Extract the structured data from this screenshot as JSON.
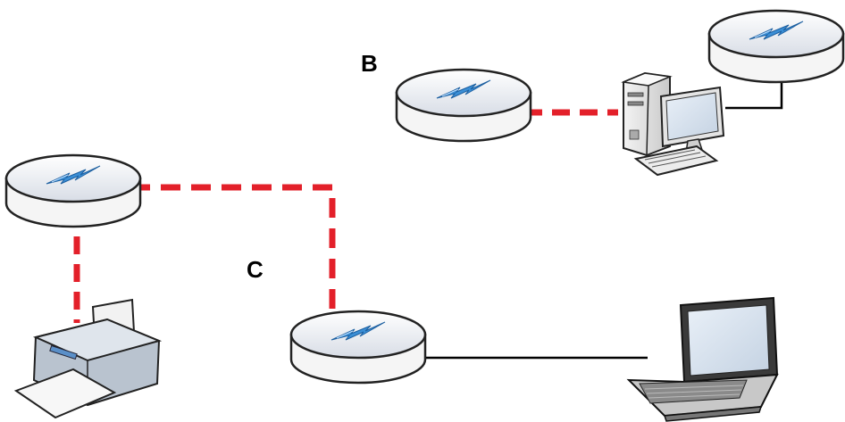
{
  "diagram": {
    "labels": {
      "b": "B",
      "c": "C"
    },
    "nodes": [
      {
        "id": "adapter-top-right",
        "kind": "powerline-adapter"
      },
      {
        "id": "adapter-b",
        "kind": "powerline-adapter"
      },
      {
        "id": "adapter-left",
        "kind": "powerline-adapter"
      },
      {
        "id": "adapter-c",
        "kind": "powerline-adapter"
      },
      {
        "id": "desktop-computer",
        "kind": "desktop-computer"
      },
      {
        "id": "printer",
        "kind": "printer"
      },
      {
        "id": "laptop",
        "kind": "laptop"
      }
    ],
    "links": [
      {
        "from": "adapter-b",
        "to": "desktop-computer",
        "style": "dashed-wireless"
      },
      {
        "from": "desktop-computer",
        "to": "adapter-top-right",
        "style": "solid-wired"
      },
      {
        "from": "adapter-left",
        "to": "adapter-c",
        "style": "dashed-wireless"
      },
      {
        "from": "adapter-left",
        "to": "printer",
        "style": "dashed-wireless"
      },
      {
        "from": "adapter-c",
        "to": "laptop",
        "style": "solid-wired"
      }
    ],
    "colors": {
      "wireless_link": "#e3202a",
      "wired_link": "#000000",
      "bolt": "#3b8fd6",
      "device_outline": "#222222"
    }
  }
}
